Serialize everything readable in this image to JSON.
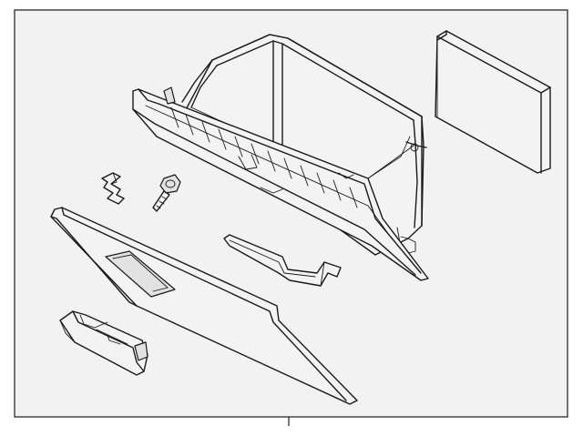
{
  "diagram": {
    "background_color": "#f2f2f2",
    "line_color": "#1a1a1a",
    "parts": [
      {
        "name": "glove-box-bin"
      },
      {
        "name": "glove-box-door"
      },
      {
        "name": "handle-assembly"
      },
      {
        "name": "air-filter-cover"
      },
      {
        "name": "mounting-bracket"
      },
      {
        "name": "retainer-clip"
      },
      {
        "name": "screw"
      },
      {
        "name": "damper"
      }
    ]
  }
}
